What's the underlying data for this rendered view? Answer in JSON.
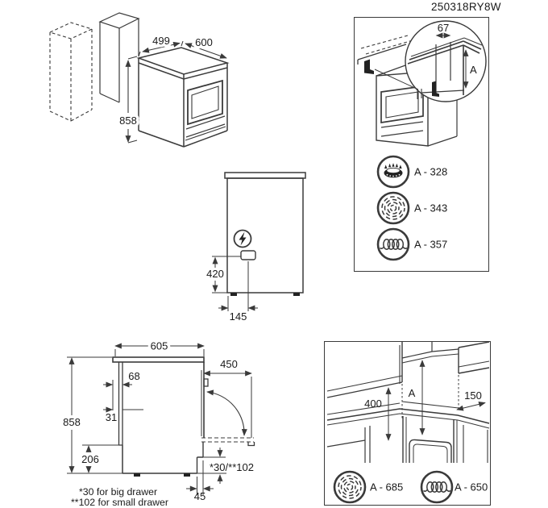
{
  "doc_code": "250318RY8W",
  "colors": {
    "line": "#3a3a3a",
    "text": "#1a1a1a",
    "background": "#ffffff"
  },
  "iso_view": {
    "width": "499",
    "depth": "600",
    "height": "858"
  },
  "rear_view": {
    "socket_height": "420",
    "socket_offset": "145",
    "power_icon": "lightning-bolt-in-circle"
  },
  "side_view": {
    "depth": "605",
    "rear_gap": "68",
    "rear_panel": "31",
    "height": "858",
    "rear_recess": "206",
    "door_open": "450",
    "drawer_gap": "*30/**102",
    "plinth_depth": "45",
    "note_big": "*30 for big drawer",
    "note_small": "**102 for small drawer"
  },
  "backguard_panel": {
    "detail_width": "67",
    "detail_height": "A",
    "items": [
      {
        "icon": "gas-burner-icon",
        "label": "A - 328"
      },
      {
        "icon": "radiant-hob-icon",
        "label": "A - 343"
      },
      {
        "icon": "coil-element-icon",
        "label": "A - 357"
      }
    ]
  },
  "clearance_panel": {
    "left_height": "400",
    "center_height": "A",
    "side_clearance": "150",
    "items": [
      {
        "icon": "radiant-hob-icon",
        "label": "A - 685"
      },
      {
        "icon": "coil-element-icon",
        "label": "A - 650"
      }
    ]
  }
}
